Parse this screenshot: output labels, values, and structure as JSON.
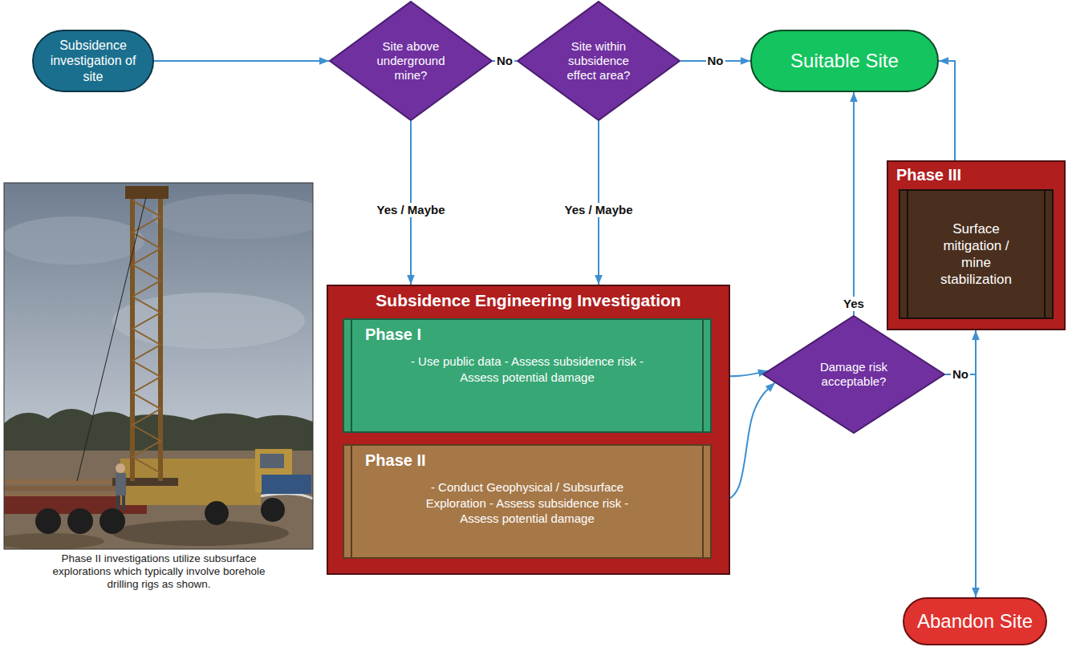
{
  "diagram": {
    "caption": "Phase II investigations utilize subsurface explorations which typically involve borehole drilling rigs as shown.",
    "nodes": [
      {
        "text": [
          "Subsidence investigation of site"
        ]
      },
      {
        "text": [
          "Site above underground mine?"
        ]
      },
      {
        "text": [
          "Site within subsidence effect area?"
        ]
      },
      {
        "text": [
          "Suitable Site"
        ]
      },
      {
        "text": [
          "Subsidence Engineering Investigation"
        ]
      },
      {
        "text": [
          "Phase I",
          "- Use public data - Assess subsidence risk - Assess potential damage"
        ],
        "in": 4
      },
      {
        "text": [
          "Phase II",
          "- Conduct Geophysical / Subsurface Exploration - Assess subsidence risk - Assess potential damage"
        ],
        "in": 4
      },
      {
        "text": [
          "Damage risk acceptable?"
        ]
      },
      {
        "text": [
          "Phase III"
        ]
      },
      {
        "text": [
          "Surface mitigation / mine stabilization"
        ],
        "in": 8
      },
      {
        "text": [
          "Abandon Site"
        ]
      }
    ],
    "edges": [
      {
        "from": 0,
        "to": 1,
        "arrow": "to"
      },
      {
        "from": 1,
        "to": 2,
        "label": "No",
        "arrow": "to"
      },
      {
        "from": 2,
        "to": 3,
        "label": "No",
        "arrow": "to"
      },
      {
        "from": 1,
        "to": 4,
        "label": "Yes / Maybe",
        "arrow": "to"
      },
      {
        "from": 2,
        "to": 4,
        "label": "Yes / Maybe",
        "arrow": "to"
      },
      {
        "from": 5,
        "to": 7,
        "arrow": "to"
      },
      {
        "from": 6,
        "to": 7,
        "arrow": "to"
      },
      {
        "from": 7,
        "to": 3,
        "label": "Yes",
        "arrow": "to"
      },
      {
        "from": 7,
        "to": 8,
        "label": "No",
        "arrow": "to"
      },
      {
        "from": 7,
        "to": 10,
        "arrow": "to"
      },
      {
        "from": 8,
        "to": 3,
        "arrow": "to"
      }
    ]
  }
}
